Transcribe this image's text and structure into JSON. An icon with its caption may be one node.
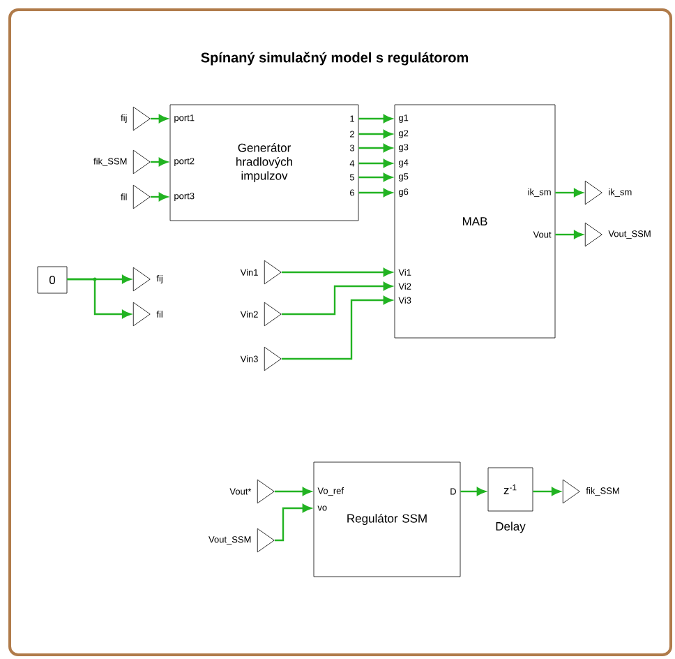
{
  "diagram": {
    "title": "Spínaný simulačný model s regulátorom",
    "nodes": [
      {
        "text": [],
        "shape": "triangle",
        "beside": [
          "fij"
        ]
      },
      {
        "text": [],
        "shape": "triangle",
        "beside": [
          "fik_SSM"
        ]
      },
      {
        "text": [],
        "shape": "triangle",
        "beside": [
          "fil"
        ]
      },
      {
        "text": [
          "Generátor hradlových impulzov"
        ]
      },
      {
        "text": [
          "MAB"
        ]
      },
      {
        "text": [],
        "shape": "triangle",
        "beside": [
          "ik_sm"
        ]
      },
      {
        "text": [],
        "shape": "triangle",
        "beside": [
          "Vout_SSM"
        ]
      },
      {
        "text": [
          "0"
        ]
      },
      {
        "text": [],
        "shape": "triangle",
        "beside": [
          "fij"
        ]
      },
      {
        "text": [],
        "shape": "triangle",
        "beside": [
          "fil"
        ]
      },
      {
        "text": [],
        "shape": "triangle",
        "beside": [
          "Vin1"
        ]
      },
      {
        "text": [],
        "shape": "triangle",
        "beside": [
          "Vin2"
        ]
      },
      {
        "text": [],
        "shape": "triangle",
        "beside": [
          "Vin3"
        ]
      },
      {
        "text": [
          "Regulátor SSM"
        ]
      },
      {
        "text": [
          "z$^{-1}$"
        ],
        "beside": [
          "Delay"
        ]
      },
      {
        "text": [],
        "shape": "triangle",
        "beside": [
          "Vout*"
        ]
      },
      {
        "text": [],
        "shape": "triangle",
        "beside": [
          "Vout_SSM"
        ]
      },
      {
        "text": [],
        "shape": "triangle",
        "beside": [
          "fik_SSM"
        ]
      }
    ],
    "edges": [
      {
        "from": 0,
        "to": 3,
        "arrow": "to"
      },
      {
        "from": 1,
        "to": 3,
        "arrow": "to"
      },
      {
        "from": 2,
        "to": 3,
        "arrow": "to"
      },
      {
        "from": 3,
        "to": 4,
        "arrow": "to"
      },
      {
        "from": 3,
        "to": 4,
        "arrow": "to"
      },
      {
        "from": 3,
        "to": 4,
        "arrow": "to"
      },
      {
        "from": 3,
        "to": 4,
        "arrow": "to"
      },
      {
        "from": 3,
        "to": 4,
        "arrow": "to"
      },
      {
        "from": 3,
        "to": 4,
        "arrow": "to"
      },
      {
        "from": 4,
        "to": 5,
        "arrow": "to"
      },
      {
        "from": 4,
        "to": 6,
        "arrow": "to"
      },
      {
        "from": 7,
        "to": 8,
        "arrow": "to"
      },
      {
        "from": 7,
        "to": 9,
        "arrow": "to"
      },
      {
        "from": 10,
        "to": 4,
        "arrow": "to"
      },
      {
        "from": 11,
        "to": 4,
        "arrow": "to"
      },
      {
        "from": 12,
        "to": 4,
        "arrow": "to"
      },
      {
        "from": 15,
        "to": 13,
        "arrow": "to"
      },
      {
        "from": 16,
        "to": 13,
        "arrow": "to"
      },
      {
        "from": 13,
        "to": 14,
        "arrow": "to"
      },
      {
        "from": 14,
        "to": 17,
        "arrow": "to"
      }
    ],
    "labels": [
      "port1",
      "port2",
      "port3",
      "1",
      "2",
      "3",
      "4",
      "5",
      "6",
      "g1",
      "g2",
      "g3",
      "g4",
      "g5",
      "g6",
      "ik_sm",
      "Vout",
      "Vi1",
      "Vi2",
      "Vi3",
      "Vo_ref",
      "vo",
      "D"
    ]
  }
}
